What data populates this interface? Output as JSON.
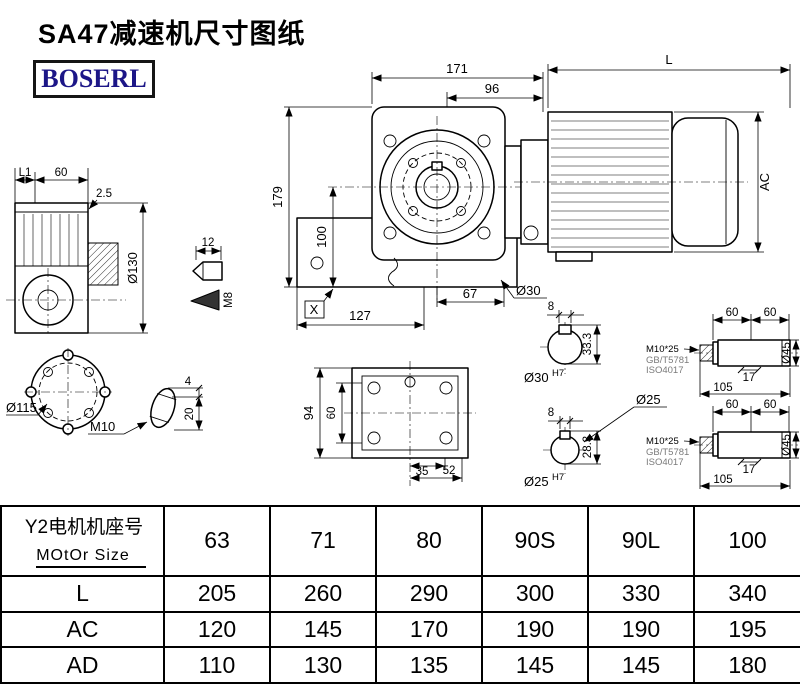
{
  "page": {
    "title": "SA47减速机尺寸图纸",
    "logo": "BOSERL"
  },
  "colors": {
    "brand": "#1c1687",
    "line": "#000000",
    "background": "#ffffff"
  },
  "drawing": {
    "front": {
      "dim_width": "171",
      "dim_width_inner": "96",
      "dim_height": "179",
      "dim_height_inner": "100",
      "dim_bottom_right": "67",
      "dim_bottom": "127",
      "x_mark": "X",
      "shaft_label": "Ø30"
    },
    "motor": {
      "dim_length": "L",
      "dim_ac": "AC"
    },
    "side": {
      "dim_l1": "L1",
      "dim_top": "60",
      "dim_cap": "2.5",
      "dim_dia": "Ø130"
    },
    "flange": {
      "dim_dia": "Ø115",
      "bolt_label": "M10"
    },
    "key": {
      "dim_len": "12",
      "thread_label": "M8"
    },
    "plug": {
      "dim_tip": "4",
      "dim_len": "20"
    },
    "bottom": {
      "dim_height": "94",
      "dim_inner": "60",
      "dim_b1": "35",
      "dim_b2": "52"
    },
    "shaft1": {
      "dim_key": "8",
      "dim_depth": "33.3",
      "bore": "Ø30",
      "tol": "H7",
      "dim_seg1": "60",
      "dim_seg2": "60",
      "dim_17": "17",
      "dim_105": "105",
      "dim_dia": "Ø45",
      "bolt_label": "M10*25",
      "std1": "GB/T5781",
      "std2": "ISO4017"
    },
    "shaft2": {
      "callout": "Ø25",
      "dim_key": "8",
      "dim_depth": "28.3",
      "bore": "Ø25",
      "tol": "H7",
      "dim_seg1": "60",
      "dim_seg2": "60",
      "dim_17": "17",
      "dim_105": "105",
      "dim_dia": "Ø45",
      "bolt_label": "M10*25",
      "std1": "GB/T5781",
      "std2": "ISO4017"
    }
  },
  "table": {
    "header_cn": "Y2电机机座号",
    "header_en": "MOtOr Size",
    "sizes": [
      "63",
      "71",
      "80",
      "90S",
      "90L",
      "100"
    ],
    "rows": [
      {
        "label": "L",
        "values": [
          "205",
          "260",
          "290",
          "300",
          "330",
          "340"
        ]
      },
      {
        "label": "AC",
        "values": [
          "120",
          "145",
          "170",
          "190",
          "190",
          "195"
        ]
      },
      {
        "label": "AD",
        "values": [
          "110",
          "130",
          "135",
          "145",
          "145",
          "180"
        ]
      }
    ]
  }
}
